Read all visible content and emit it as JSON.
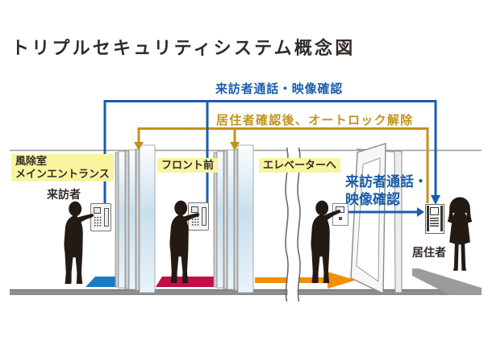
{
  "title": "トリプルセキュリティシステム概念図",
  "flows": {
    "visitor_call_top": "来訪者通話・映像確認",
    "autolock_release": "居住者確認後、オートロック解除",
    "visitor_call_unit_line1": "来訪者通話・",
    "visitor_call_unit_line2": "映像確認"
  },
  "locations": {
    "windbreak_room": "風除室",
    "main_entrance": "メインエントランス",
    "front_desk": "フロント前",
    "to_elevator": "エレベーターへ"
  },
  "people": {
    "visitor": "来訪者",
    "resident": "居住者"
  },
  "colors": {
    "blue": "#1a5dab",
    "gold": "#c2931c",
    "orange": "#f29000",
    "carpet_red": "#c60d45",
    "carpet_blue": "#1a7cc8",
    "label_bg": "#f8f4a0",
    "silhouette": "#241a14",
    "floor_gray": "#8d8d8d",
    "wall_gray": "#9c9c9c",
    "text_dark": "#332b26"
  }
}
